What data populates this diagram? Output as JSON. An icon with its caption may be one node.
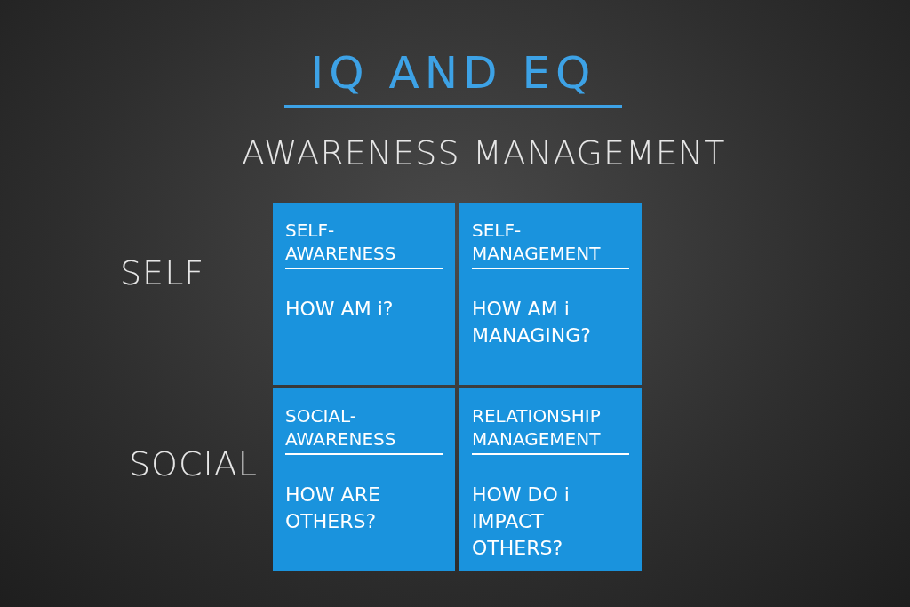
{
  "diagram": {
    "title": "IQ AND EQ",
    "nodes": [
      {
        "text": [
          "SELF-AWARENESS",
          "HOW AM i?"
        ]
      },
      {
        "text": [
          "SELF-MANAGEMENT",
          "HOW AM i MANAGING?"
        ]
      },
      {
        "text": [
          "SOCIAL-AWARENESS",
          "HOW ARE OTHERS?"
        ]
      },
      {
        "text": [
          "RELATIONSHIP MANAGEMENT",
          "HOW DO i IMPACT OTHERS?"
        ]
      }
    ],
    "edges": [],
    "labels": [
      "AWARENESS",
      "MANAGEMENT",
      "SELF",
      "SOCIAL"
    ]
  }
}
